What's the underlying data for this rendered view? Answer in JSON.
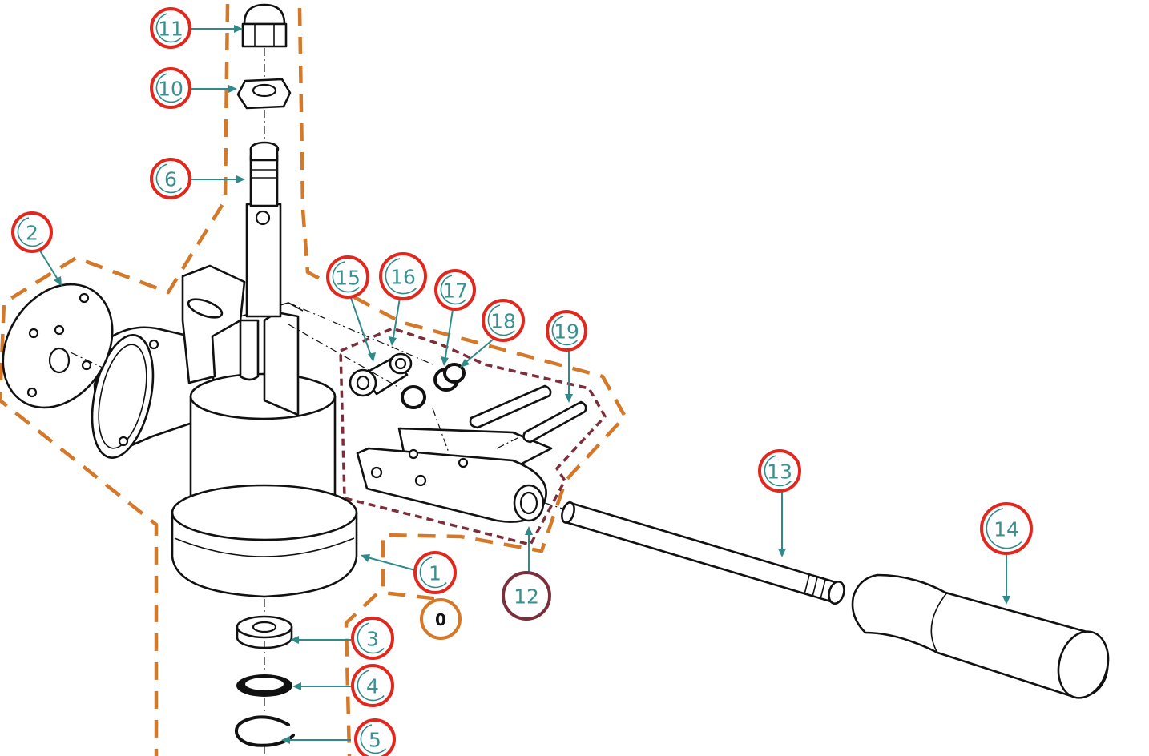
{
  "colors": {
    "group_outline_orange": "#d4782a",
    "group_outline_maroon": "#7a2f3a",
    "callout_red": "#e0281e",
    "callout_orange": "#d4782a",
    "callout_maroon": "#7a2f3a",
    "leader_teal": "#2f8a8a"
  },
  "callouts": [
    {
      "id": "11",
      "label": "11",
      "ring": "red"
    },
    {
      "id": "10",
      "label": "10",
      "ring": "red"
    },
    {
      "id": "6",
      "label": "6",
      "ring": "red"
    },
    {
      "id": "2",
      "label": "2",
      "ring": "red"
    },
    {
      "id": "15",
      "label": "15",
      "ring": "red"
    },
    {
      "id": "16",
      "label": "16",
      "ring": "red"
    },
    {
      "id": "17",
      "label": "17",
      "ring": "red"
    },
    {
      "id": "18",
      "label": "18",
      "ring": "red"
    },
    {
      "id": "19",
      "label": "19",
      "ring": "red"
    },
    {
      "id": "13",
      "label": "13",
      "ring": "red"
    },
    {
      "id": "14",
      "label": "14",
      "ring": "red"
    },
    {
      "id": "1",
      "label": "1",
      "ring": "red"
    },
    {
      "id": "0",
      "label": "0",
      "ring": "orange"
    },
    {
      "id": "12",
      "label": "12",
      "ring": "maroon"
    },
    {
      "id": "3",
      "label": "3",
      "ring": "red"
    },
    {
      "id": "4",
      "label": "4",
      "ring": "red"
    },
    {
      "id": "5",
      "label": "5",
      "ring": "red"
    }
  ]
}
